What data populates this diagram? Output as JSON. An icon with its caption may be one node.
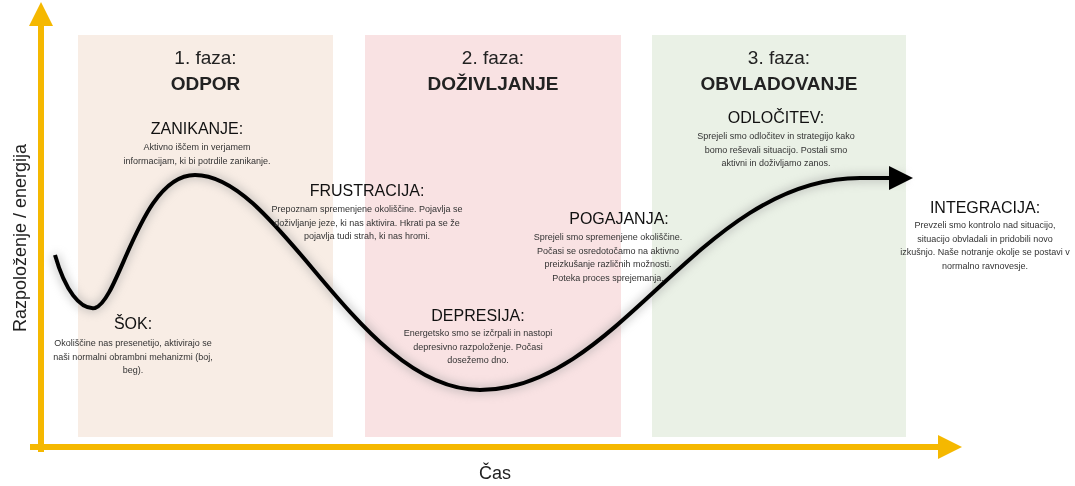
{
  "diagram": {
    "nodes": [
      {
        "text": [
          "1. faza:",
          "ODPOR"
        ]
      },
      {
        "text": [
          "2. faza:",
          "DOŽIVLJANJE"
        ]
      },
      {
        "text": [
          "3. faza:",
          "OBVLADOVANJE"
        ]
      }
    ],
    "labels": [
      "Razpoloženje / energija",
      "ZANIKANJE:",
      "Aktivno iščem in verjamem informacijam, ki bi potrdile zanikanje.",
      "ŠOK:",
      "Okoliščine nas presenetijo, aktivirajo se naši normalni obrambni mehanizmi (boj, beg).",
      "FRUSTRACIJA:",
      "Prepoznam spremenjene okoliščine. Pojavlja se doživljanje jeze, ki nas aktivira. Hkrati pa se že pojavlja tudi strah, ki nas hromi.",
      "DEPRESIJA:",
      "Energetsko smo se izčrpali in nastopi depresivno razpoloženje. Počasi dosežemo dno.",
      "POGAJANJA:",
      "Sprejeli smo spremenjene okoliščine. Počasi se osredotočamo na aktivno preizkušanje različnih možnosti. Poteka proces sprejemanja.",
      "ODLOČITEV:",
      "Sprejeli smo odločitev in strategijo kako bomo reševali situacijo. Postali smo aktivni in doživljamo zanos.",
      "INTEGRACIJA:",
      "Prevzeli smo kontrolo nad situacijo, situacijo obvladali in pridobili novo izkušnjo. Naše notranje okolje se postavi v normalno ravnovesje.",
      "Čas"
    ]
  }
}
